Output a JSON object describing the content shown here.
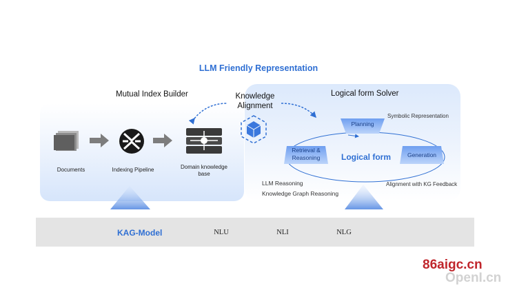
{
  "title": "LLM Friendly Representation",
  "mutual_index": {
    "heading": "Mutual Index Builder",
    "items": [
      {
        "label": "Documents",
        "icon": "documents-icon"
      },
      {
        "label": "Indexing Pipeline",
        "icon": "indexing-pipeline-icon"
      },
      {
        "label": "Domain knowledge base",
        "icon": "database-icon"
      }
    ]
  },
  "knowledge_alignment": {
    "label": "Knowledge Alignment",
    "icon": "cube-network-icon"
  },
  "solver": {
    "heading": "Logical form Solver",
    "center": "Logical form",
    "planning": "Planning",
    "generation": "Generation",
    "retrieval": "Retrieval & Reasoning",
    "symbolic": "Symbolic Representation",
    "alignment_feedback": "Alignment with KG Feedback",
    "llm_reasoning": "LLM Reasoning",
    "kg_reasoning": "Knowledge Graph Reasoning"
  },
  "model": {
    "label": "KAG-Model",
    "stages": [
      "NLU",
      "NLI",
      "NLG"
    ]
  },
  "watermark": {
    "line1": "86aigc.cn",
    "line2": "OpenI.cn"
  },
  "colors": {
    "accent": "#2f6fd3",
    "band": "#e4e4e4",
    "watermark_red": "#c0262c"
  }
}
